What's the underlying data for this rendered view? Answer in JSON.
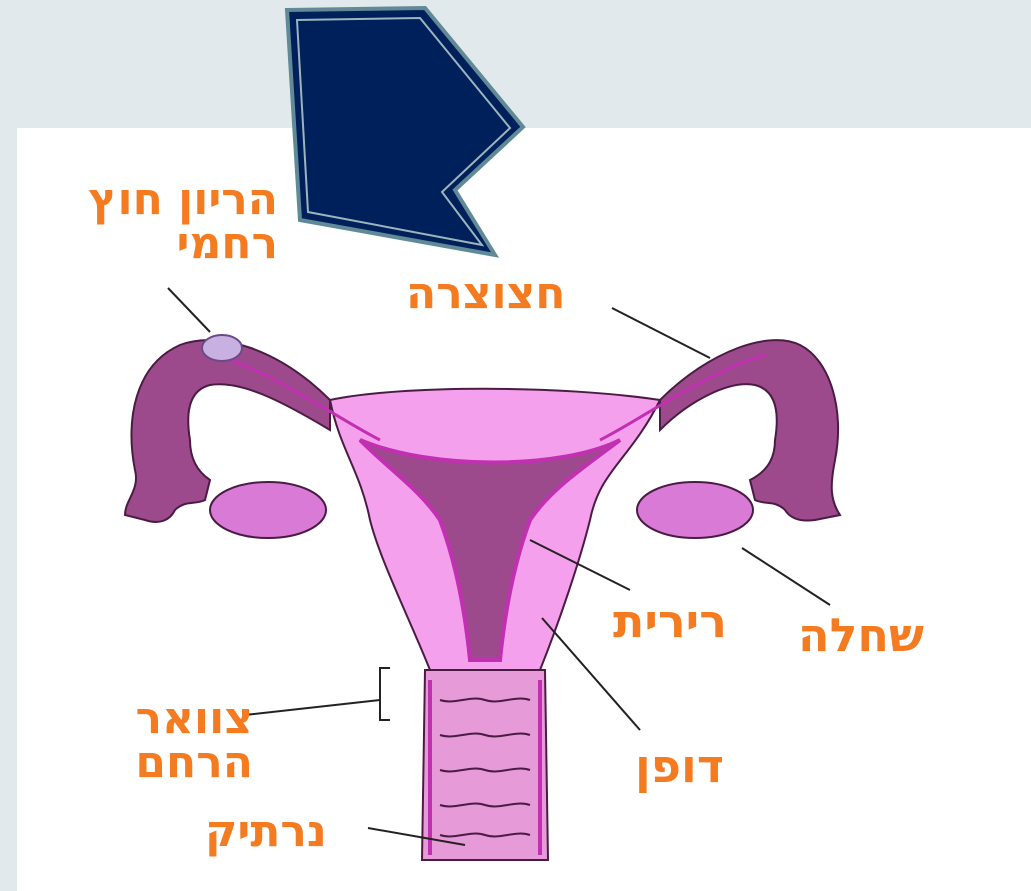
{
  "labels": {
    "ectopic_line1": "הריון חוץ",
    "ectopic_line2": "רחמי",
    "fallopian_tube": "חצוצרה",
    "ovary": "שחלה",
    "endometrium": "רירית",
    "uterine_wall": "דופן",
    "cervix_line1": "צוואר",
    "cervix_line2": "הרחם",
    "vagina": "נרתיק"
  },
  "colors": {
    "background": "#e1e9ec",
    "card": "#ffffff",
    "label": "#f47b20",
    "arrow_fill": "#00205b",
    "arrow_border": "#5f8a96",
    "organ_dark": "#9c4a8c",
    "organ_light": "#f5a0ec",
    "organ_mid": "#d97ad6"
  },
  "icons": {
    "pointer": "arrow-pointing-down-right-icon"
  }
}
